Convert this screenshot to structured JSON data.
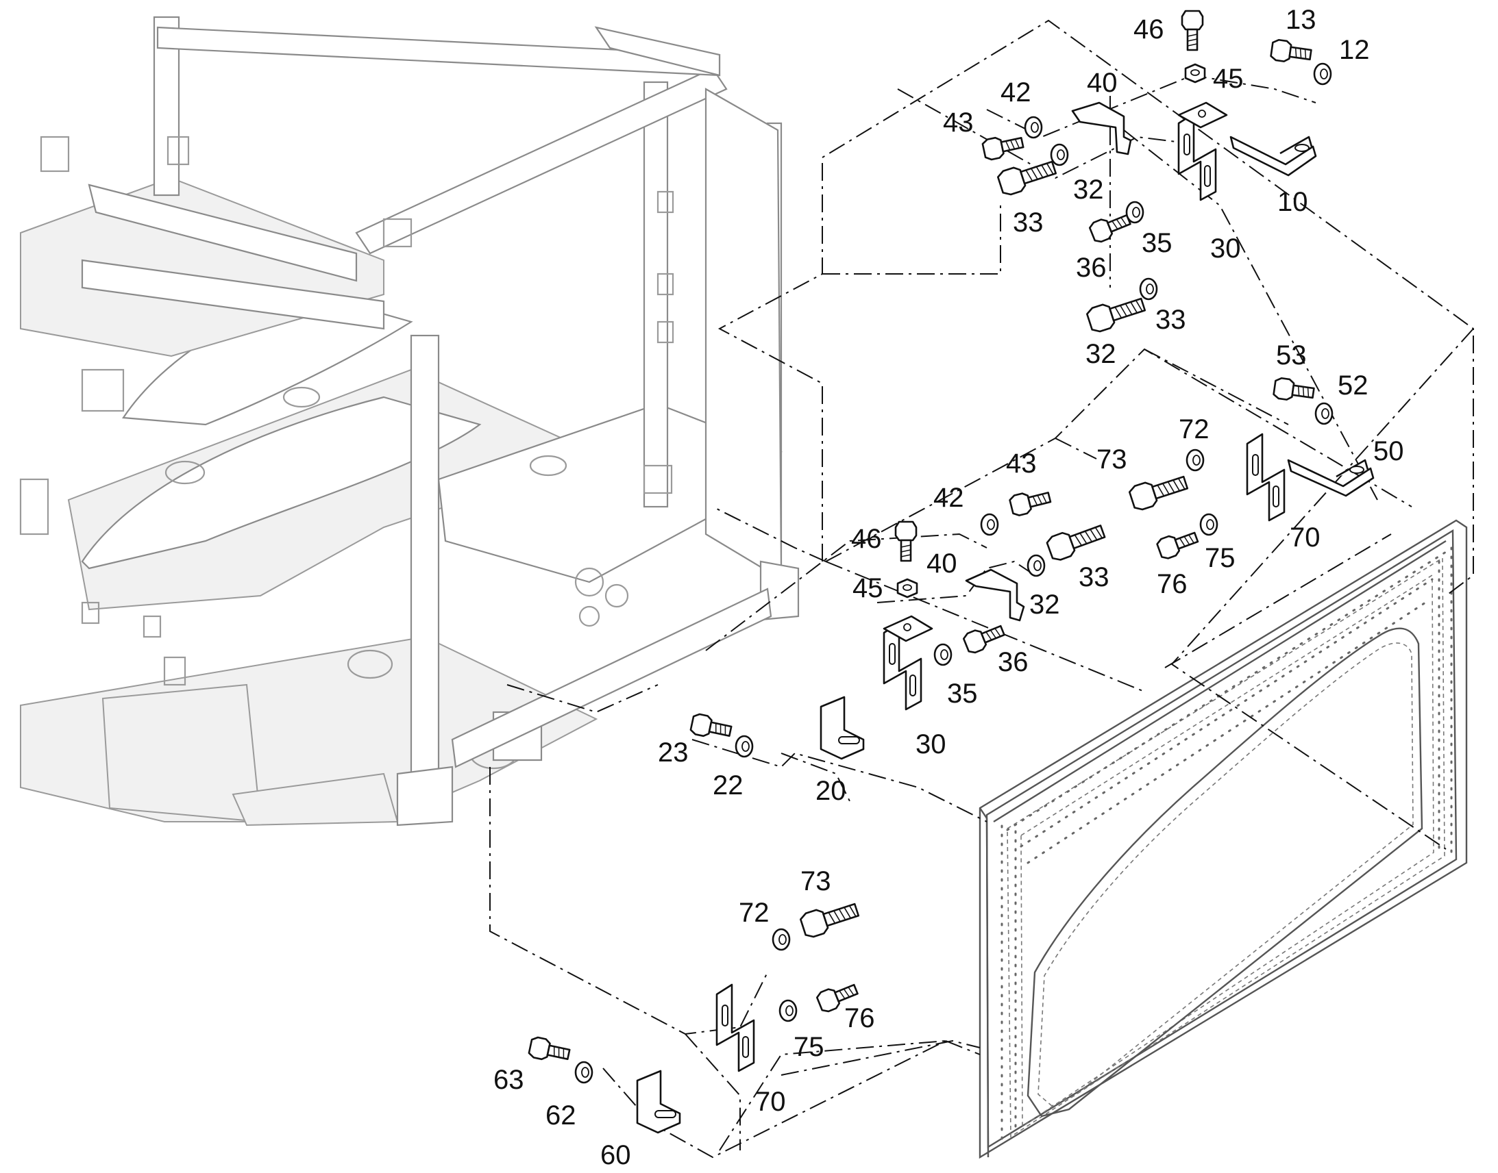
{
  "diagram": {
    "callouts": {
      "c46_top": "46",
      "c13": "13",
      "c12": "12",
      "c45_top": "45",
      "c42_top": "42",
      "c40_top": "40",
      "c43_top": "43",
      "c32_top": "32",
      "c10": "10",
      "c33_top": "33",
      "c36_top": "36",
      "c35_top": "35",
      "c30_top": "30",
      "c33_mid": "33",
      "c32_mid": "32",
      "c53": "53",
      "c52": "52",
      "c72_top": "72",
      "c50": "50",
      "c73_top": "73",
      "c43_mid": "43",
      "c42_mid": "42",
      "c76_top": "76",
      "c75_top": "75",
      "c70_top": "70",
      "c46_mid": "46",
      "c40_mid": "40",
      "c33_low": "33",
      "c45_mid": "45",
      "c32_low": "32",
      "c36_mid": "36",
      "c35_mid": "35",
      "c30_mid": "30",
      "c23": "23",
      "c22": "22",
      "c20": "20",
      "c73_bot": "73",
      "c72_bot": "72",
      "c76_bot": "76",
      "c75_bot": "75",
      "c63": "63",
      "c62": "62",
      "c70_bot": "70",
      "c60": "60"
    },
    "icons": [
      "bolt-icon",
      "washer-icon",
      "nut-icon",
      "bracket-icon",
      "cab-frame-illustration",
      "window-panel-illustration"
    ]
  }
}
